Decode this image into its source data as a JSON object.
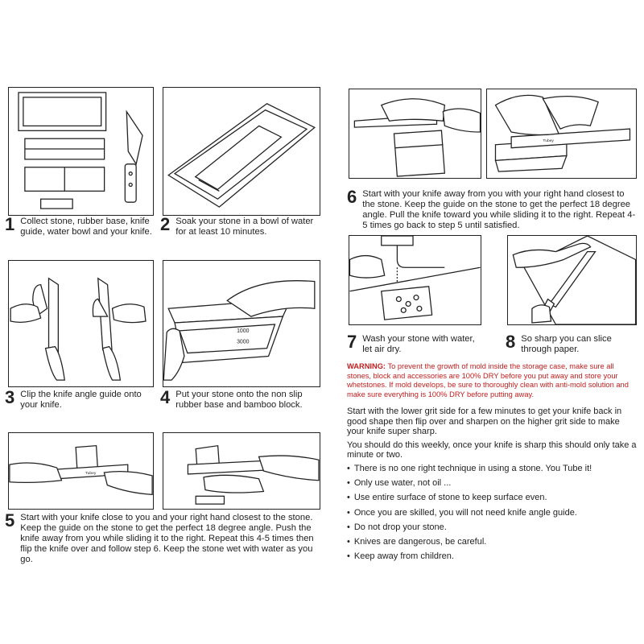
{
  "steps": [
    {
      "num": "1",
      "text": "Collect stone, rubber base, knife guide, water bowl and your knife."
    },
    {
      "num": "2",
      "text": "Soak your stone in a bowl of water for at least 10 minutes."
    },
    {
      "num": "3",
      "text": "Clip the knife angle guide onto your knife."
    },
    {
      "num": "4",
      "text": "Put your stone onto the non slip rubber base and bamboo block."
    },
    {
      "num": "5",
      "text": "Start with your knife close to you and your right hand closest to the stone. Keep the guide on the stone to get the perfect 18 degree angle. Push the knife away from you while sliding it to the right. Repeat this 4-5 times then flip the knife over and follow step 6. Keep the stone wet with water as you go."
    },
    {
      "num": "6",
      "text": "Start with your knife away from you with your right hand closest to the stone. Keep the guide on the stone to get the perfect 18 degree angle. Pull the knife toward you while sliding it to the right. Repeat 4-5 times go back to step 5 until satisfied."
    },
    {
      "num": "7",
      "text": "Wash your stone with water, let air dry."
    },
    {
      "num": "8",
      "text": "So sharp you can slice through paper."
    }
  ],
  "illustration": {
    "stone_grit_1": "1000",
    "stone_grit_2": "3000",
    "brand_mark": "Tubey"
  },
  "warning": {
    "label": "WARNING:",
    "text": " To prevent the growth of mold inside the storage case, make sure all stones, block and accessories are 100% DRY before you put away and store your whetstones. If mold develops, be sure to thoroughly clean with anti-mold solution and make sure everything is 100% DRY before putting away."
  },
  "tips": {
    "p1": "Start with the lower grit side for a few minutes to get your knife back in good shape then flip over and sharpen on the higher grit side to make your knife super sharp.",
    "p2": "You should do this weekly, once your knife is sharp this should only take a minute or two.",
    "bullets": [
      "There is no one right technique in using a stone. You Tube it!",
      "Only use water, not oil ...",
      "Use entire surface of stone to keep surface even.",
      "Once you are skilled, you will not need knife angle guide.",
      "Do not drop your stone.",
      "Knives are dangerous, be careful.",
      "Keep away from children."
    ]
  },
  "colors": {
    "warning": "#c11d1d",
    "ink": "#222222"
  }
}
